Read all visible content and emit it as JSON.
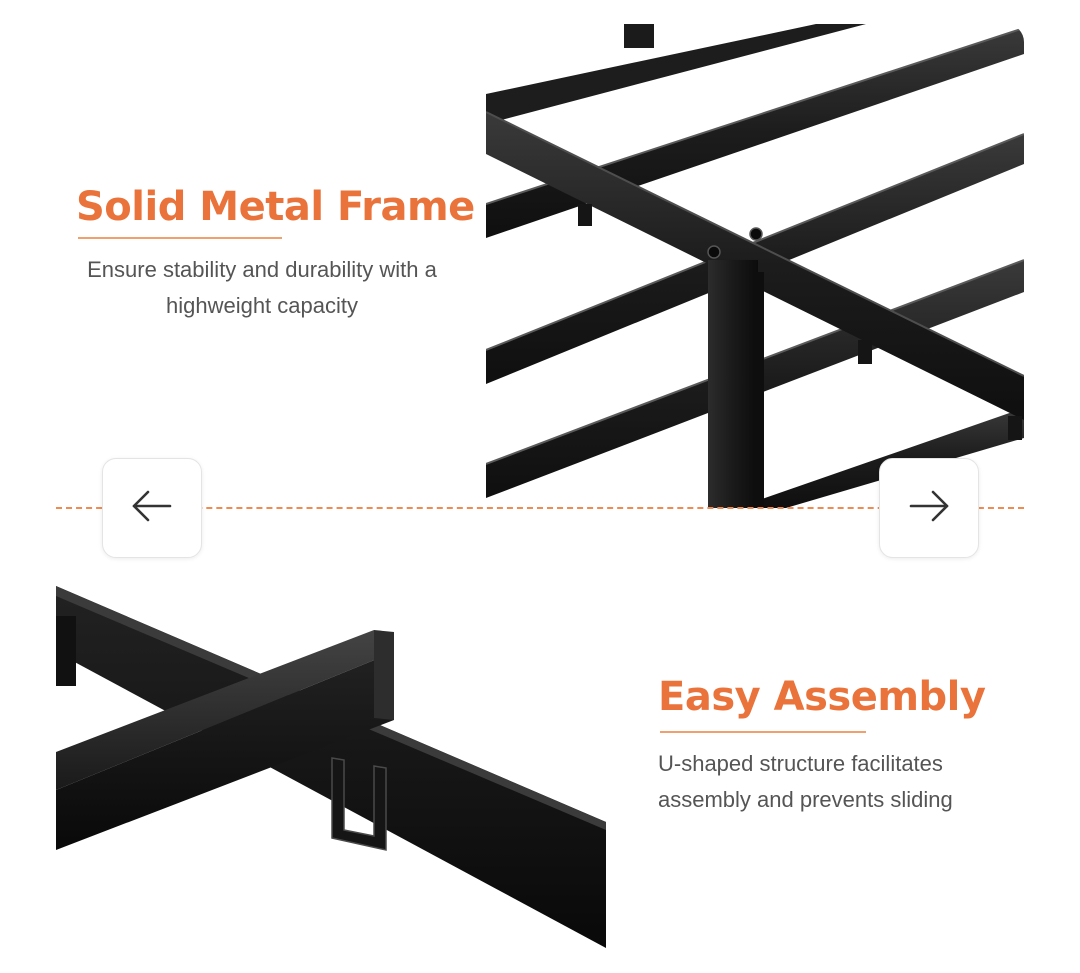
{
  "features": [
    {
      "title": "Solid Metal Frame",
      "description": "Ensure stability and durability with a highweight capacity"
    },
    {
      "title": "Easy Assembly",
      "description": "U-shaped structure facilitates assembly and prevents sliding"
    }
  ],
  "navigation": {
    "prev_icon": "arrow-left-icon",
    "next_icon": "arrow-right-icon"
  },
  "colors": {
    "accent": "#e9733a",
    "divider": "#ef8a52",
    "text": "#555555",
    "metal": "#1e1e1e"
  }
}
